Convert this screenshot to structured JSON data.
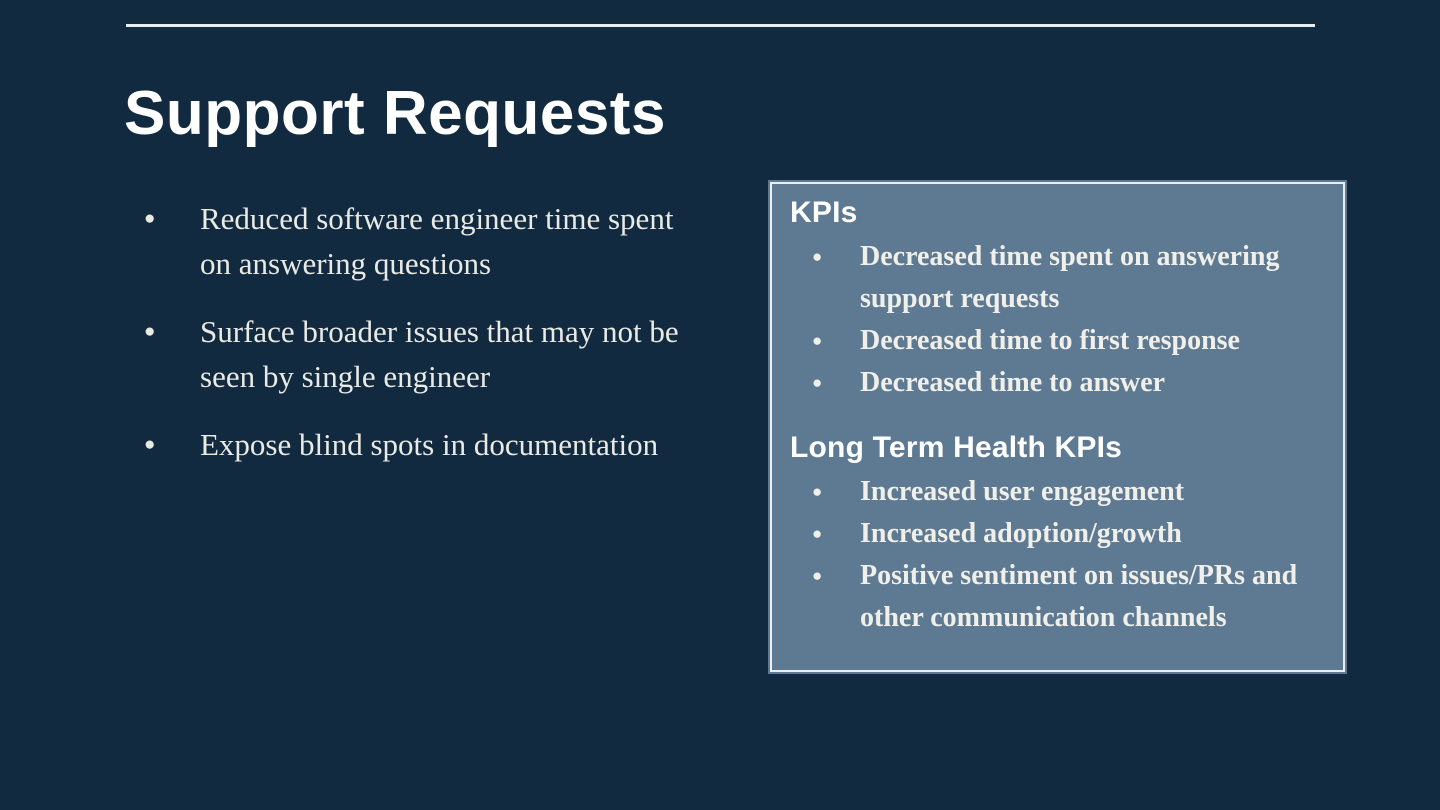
{
  "slide": {
    "title": "Support Requests",
    "bullet_glyph": "●",
    "left_bullets": [
      "Reduced software engineer time spent on answering questions",
      "Surface broader issues that may not be seen by single engineer",
      "Expose blind spots in documentation"
    ],
    "kpi_sections": [
      {
        "heading": "KPIs",
        "items": [
          "Decreased time spent on answering support requests",
          "Decreased time to first response",
          "Decreased time to answer"
        ]
      },
      {
        "heading": "Long Term Health KPIs",
        "items": [
          "Increased user engagement",
          "Increased adoption/growth",
          "Positive sentiment on issues/PRs and other communication channels"
        ]
      }
    ],
    "colors": {
      "background": "#122A40",
      "top_rule": "#E8EDF2",
      "title_text": "#FFFFFF",
      "body_text": "#EAEAE4",
      "box_background": "#5E7A93",
      "box_border": "#EFEFEF",
      "box_text": "#F0EFEA"
    }
  }
}
